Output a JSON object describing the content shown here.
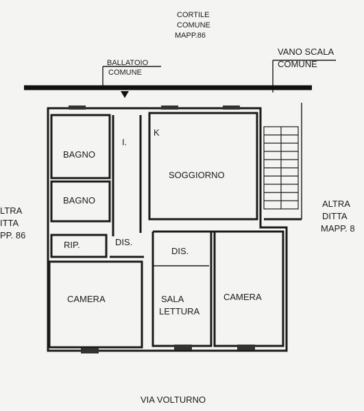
{
  "labels": {
    "cortile": [
      "CORTILE",
      "COMUNE",
      "MAPP.86"
    ],
    "ballatoio": [
      "BALLATOIO",
      "COMUNE"
    ],
    "vano_scala": [
      "VANO SCALA",
      "COMUNE"
    ],
    "altra_left": [
      "LTRA",
      "ITTA",
      "PP. 86"
    ],
    "altra_right": [
      "ALTRA",
      "DITTA",
      "MAPP. 8"
    ],
    "street": "VIA VOLTURNO"
  },
  "rooms": {
    "bagno_1": "BAGNO",
    "bagno_2": "BAGNO",
    "corridor": "I.",
    "kitchen": "K",
    "soggiorno": "SOGGIORNO",
    "rip": "RIP.",
    "dis_1": "DIS.",
    "dis_2": "DIS.",
    "camera_1": "CAMERA",
    "sala": [
      "SALA",
      "LETTURA"
    ],
    "camera_2": "CAMERA"
  },
  "colors": {
    "ink": "#1a1a1a",
    "paper": "#f4f4f2"
  }
}
